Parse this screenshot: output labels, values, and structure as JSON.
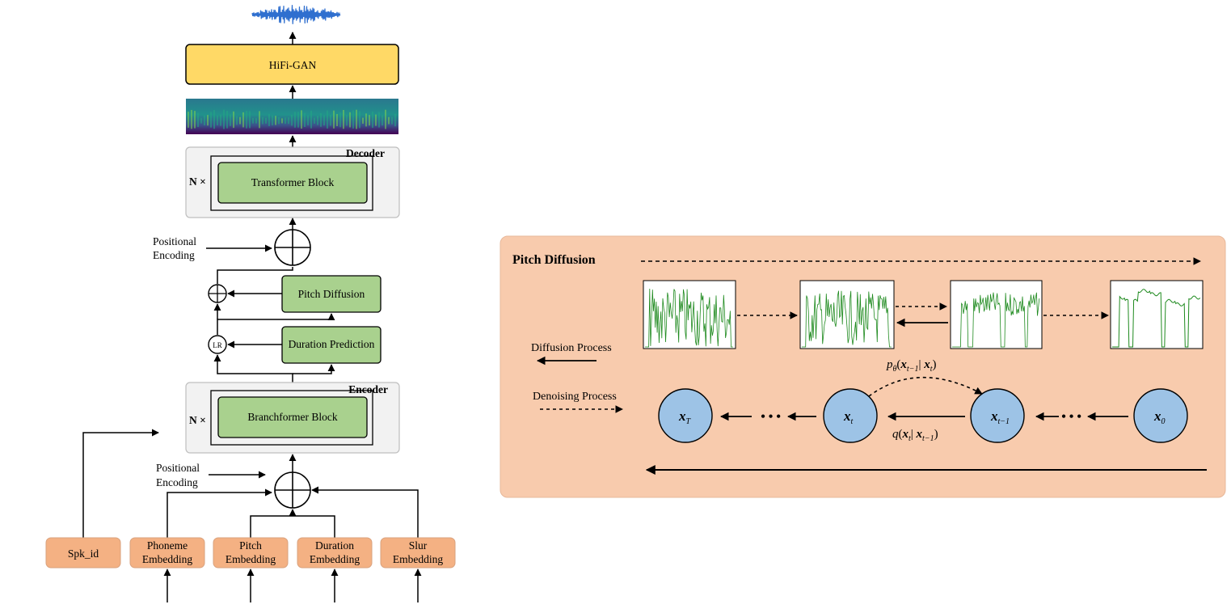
{
  "left": {
    "vocoder_label": "HiFi-GAN",
    "decoder_title": "Decoder",
    "encoder_title": "Encoder",
    "n_times": "N ×",
    "transformer_block": "Transformer Block",
    "branchformer_block": "Branchformer  Block",
    "positional_encoding_top": [
      "Positional",
      "Encoding"
    ],
    "positional_encoding_bottom": [
      "Positional",
      "Encoding"
    ],
    "pitch_diffusion": "Pitch Diffusion",
    "duration_prediction": "Duration Prediction",
    "lr": "LR",
    "inputs": [
      {
        "lines": [
          "Spk_id"
        ]
      },
      {
        "lines": [
          "Phoneme",
          "Embedding"
        ]
      },
      {
        "lines": [
          "Pitch",
          "Embedding"
        ]
      },
      {
        "lines": [
          "Duration",
          "Embedding"
        ]
      },
      {
        "lines": [
          "Slur",
          "Embedding"
        ]
      }
    ]
  },
  "right": {
    "title": "Pitch Diffusion",
    "diffusion_process": "Diffusion Process",
    "denoising_process": "Denoising Process",
    "ellipsis": "• • •",
    "nodes": [
      {
        "base": "x",
        "sub": "T"
      },
      {
        "base": "x",
        "sub": "t"
      },
      {
        "base": "x",
        "sub": "t−1"
      },
      {
        "base": "x",
        "sub": "0"
      }
    ],
    "p_theta": {
      "fn": "p",
      "sub": "θ",
      "arg1": "x",
      "arg1_sub": "t−1",
      "arg2": "x",
      "arg2_sub": "t"
    },
    "q": {
      "fn": "q",
      "arg1": "x",
      "arg1_sub": "t",
      "arg2": "x",
      "arg2_sub": "t−1"
    }
  },
  "colors": {
    "green_block": "#a9d18e",
    "orange_input": "#f4b183",
    "yellow_vocoder": "#ffd966",
    "panel_bg": "#f8cbad",
    "node_blue": "#9dc3e6",
    "gray_container": "#f2f2f2",
    "pitch_curve": "#1e8a1e",
    "waveform": "#2f6fcf"
  }
}
